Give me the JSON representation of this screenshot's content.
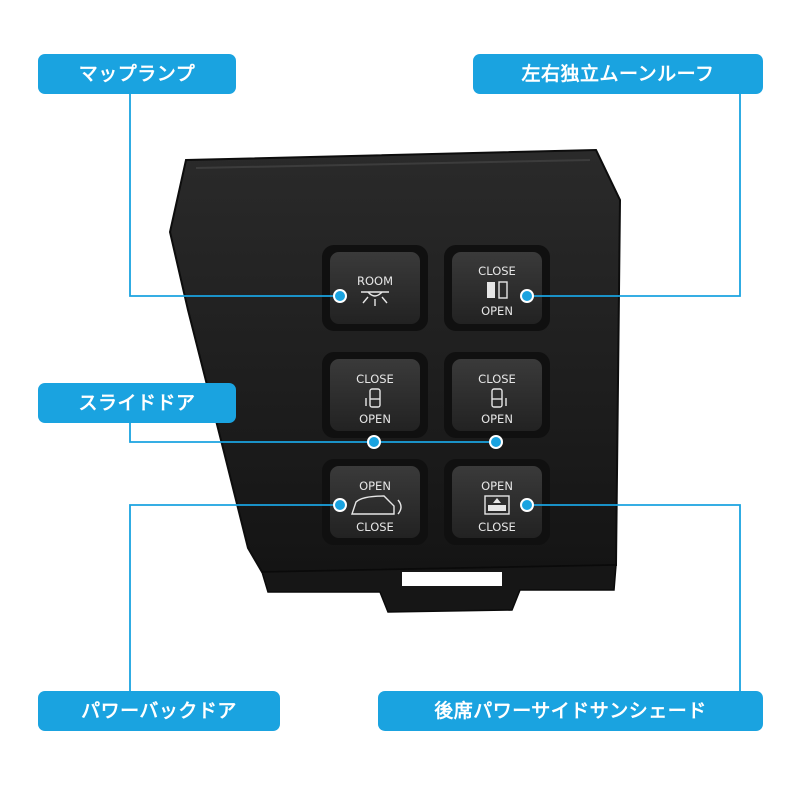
{
  "callouts": {
    "map_lamp": "マップランプ",
    "moonroof": "左右独立ムーンルーフ",
    "sliding_door": "スライドドア",
    "power_back_door": "パワーバックドア",
    "rear_sunshade": "後席パワーサイドサンシェード"
  },
  "buttons": {
    "room": {
      "label": "ROOM",
      "icon": "dome-light-icon"
    },
    "moonroof": {
      "top": "CLOSE",
      "bottom": "OPEN",
      "icon": "moonroof-icon"
    },
    "slide_left": {
      "top": "CLOSE",
      "bottom": "OPEN",
      "icon": "left-sliding-door-icon"
    },
    "slide_right": {
      "top": "CLOSE",
      "bottom": "OPEN",
      "icon": "right-sliding-door-icon"
    },
    "back_door": {
      "top": "OPEN",
      "bottom": "CLOSE",
      "icon": "back-door-icon"
    },
    "sunshade": {
      "top": "OPEN",
      "bottom": "CLOSE",
      "icon": "sunshade-icon"
    }
  },
  "colors": {
    "accent": "#1aa3e0",
    "panel": "#1c1c1c",
    "button": "#2e2e2e"
  }
}
